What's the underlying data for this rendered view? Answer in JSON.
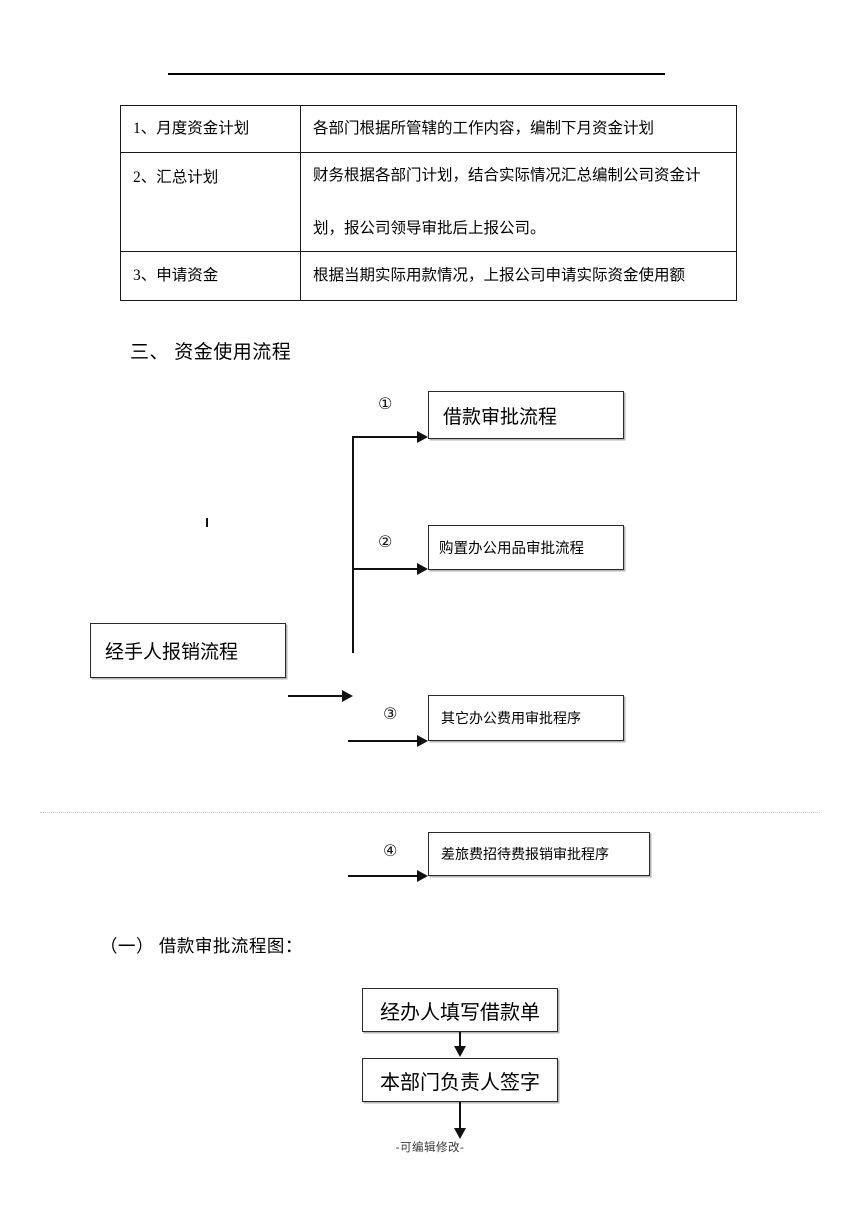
{
  "document": {
    "top_rule": "horizontal-rule",
    "footer_note": "-可编辑修改-"
  },
  "table": {
    "rows": [
      {
        "label": "1、月度资金计划",
        "description_lines": [
          "各部门根据所管辖的工作内容，编制下月资金计划"
        ]
      },
      {
        "label": "2、汇总计划",
        "description_lines": [
          "财务根据各部门计划，结合实际情况汇总编制公司资金计",
          "划，报公司领导审批后上报公司。"
        ]
      },
      {
        "label": "3、申请资金",
        "description_lines": [
          "根据当期实际用款情况，上报公司申请实际资金使用额"
        ]
      }
    ]
  },
  "headings": {
    "section3": "三、  资金使用流程",
    "subsection1": "（一） 借款审批流程图："
  },
  "flowchart": {
    "source_box": "经手人报销流程",
    "branches": [
      {
        "marker": "①",
        "label": "借款审批流程"
      },
      {
        "marker": "②",
        "label": "购置办公用品审批流程"
      },
      {
        "marker": "③",
        "label": "其它办公费用审批程序"
      },
      {
        "marker": "④",
        "label": "差旅费招待费报销审批程序"
      }
    ]
  },
  "loan_flow": {
    "steps": [
      "经办人填写借款单",
      "本部门负责人签字"
    ]
  }
}
